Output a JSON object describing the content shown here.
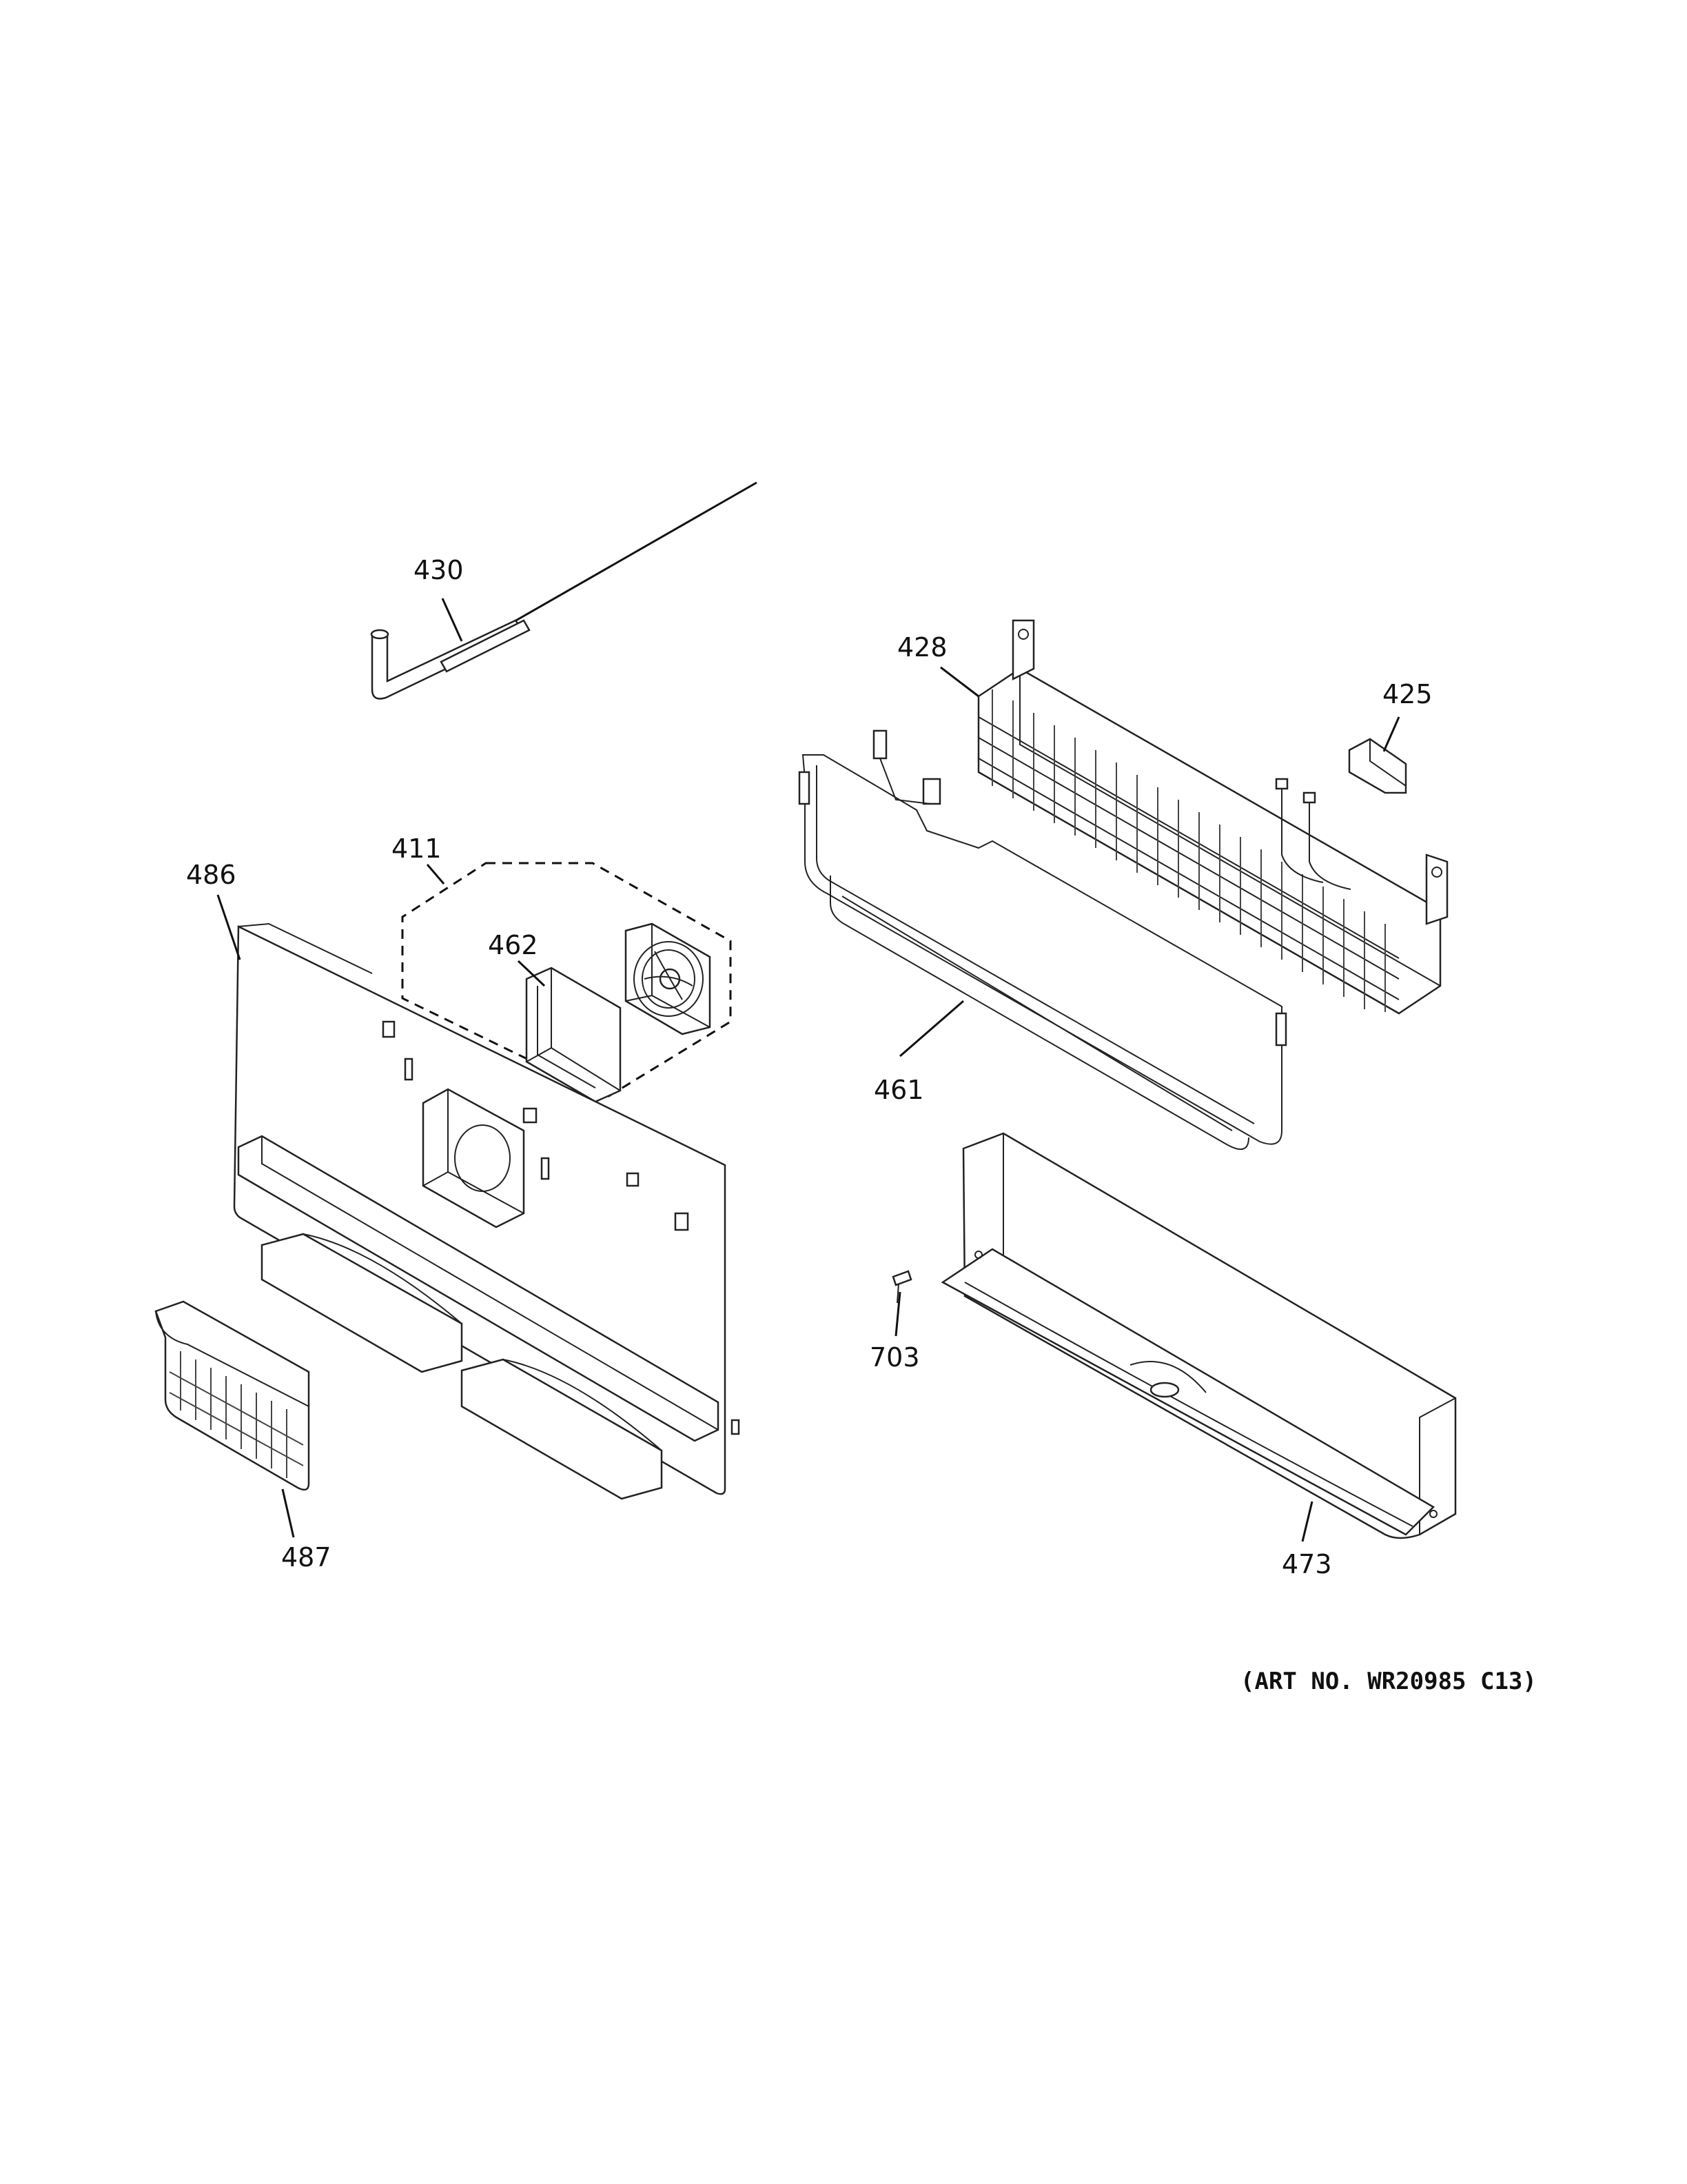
{
  "callouts": {
    "c430": "430",
    "c428": "428",
    "c425": "425",
    "c411": "411",
    "c486": "486",
    "c462": "462",
    "c461": "461",
    "c703": "703",
    "c487": "487",
    "c473": "473"
  },
  "art_number": "(ART NO. WR20985 C13)",
  "colors": {
    "line": "#111111",
    "background": "#ffffff"
  }
}
